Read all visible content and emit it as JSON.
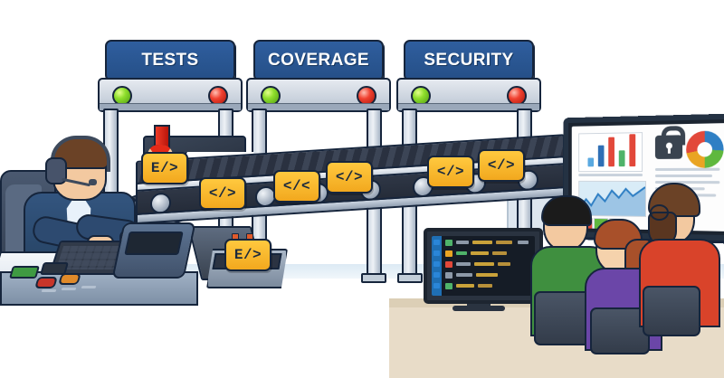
{
  "scene": {
    "title": "CI/CD pipeline quality gates conveyor illustration",
    "background_color": "#ffffff",
    "floor_color": "#cfe0ee",
    "floor_tan_color": "#e8dcc8"
  },
  "gates": [
    {
      "label": "TESTS",
      "sign_color": "#2f5e9e",
      "lamps": [
        {
          "name": "pass-lamp",
          "state": "green",
          "color": "#8ede2c"
        },
        {
          "name": "fail-lamp",
          "state": "red",
          "color": "#f0402f"
        }
      ]
    },
    {
      "label": "COVERAGE",
      "sign_color": "#2f5e9e",
      "lamps": [
        {
          "name": "pass-lamp",
          "state": "green",
          "color": "#8ede2c"
        },
        {
          "name": "fail-lamp",
          "state": "red",
          "color": "#f0402f"
        }
      ]
    },
    {
      "label": "SECURITY",
      "sign_color": "#2f5e9e",
      "lamps": [
        {
          "name": "pass-lamp",
          "state": "green",
          "color": "#8ede2c"
        },
        {
          "name": "fail-lamp",
          "state": "red",
          "color": "#f0402f"
        }
      ]
    }
  ],
  "tags": {
    "tag_color": "#ffc93f",
    "text_color": "#1b2a3d",
    "items": [
      {
        "id": "tag-rejected-top",
        "text": "E/>",
        "status": "rejected"
      },
      {
        "id": "tag-belt-1",
        "text": "</>",
        "status": "passing"
      },
      {
        "id": "tag-belt-2",
        "text": "</<",
        "status": "malformed"
      },
      {
        "id": "tag-belt-3",
        "text": "</>",
        "status": "passing"
      },
      {
        "id": "tag-belt-4",
        "text": "</>",
        "status": "passing"
      },
      {
        "id": "tag-belt-5",
        "text": "</>",
        "status": "passing"
      },
      {
        "id": "tag-reject-bin",
        "text": "E/>",
        "status": "rejected"
      }
    ]
  },
  "arrow": {
    "name": "reject-arrow",
    "direction": "down",
    "color": "#e42a18"
  },
  "operator": {
    "role": "pipeline-operator",
    "jacket_color": "#2d4a70",
    "shirt_color": "#e8f1fa",
    "hair_color": "#6b4226",
    "headset_color": "#3e4a5c",
    "console_buttons": [
      {
        "name": "green-switch",
        "color": "#3f9a42"
      },
      {
        "name": "dark-switch",
        "color": "#2a3340"
      },
      {
        "name": "red-button",
        "color": "#c8352a"
      },
      {
        "name": "orange-button",
        "color": "#e08a2a"
      }
    ]
  },
  "dashboard": {
    "name": "metrics-wall-display",
    "bezel_color": "#243243",
    "page_color": "#fdfdfd",
    "widgets": {
      "bar_chart": {
        "name": "build-metrics-bar-chart",
        "bars": [
          {
            "value": 22,
            "color": "#5aa9e0"
          },
          {
            "value": 58,
            "color": "#2f6fb5"
          },
          {
            "value": 86,
            "color": "#e2483a"
          },
          {
            "value": 44,
            "color": "#4fb36a"
          },
          {
            "value": 96,
            "color": "#e2483a"
          }
        ]
      },
      "lock_icon": {
        "name": "security-lock-icon",
        "color": "#3a4450"
      },
      "donut_chart": {
        "name": "coverage-donut-chart",
        "segments": [
          {
            "label": "blue",
            "color": "#2f7fc4",
            "percent": 26
          },
          {
            "label": "green",
            "color": "#5fb83e",
            "percent": 24
          },
          {
            "label": "orange",
            "color": "#e9a423",
            "percent": 22
          },
          {
            "label": "red",
            "color": "#e2483a",
            "percent": 28
          }
        ]
      },
      "line_chart": {
        "name": "trend-line-chart",
        "fill_color": "#d9ecf7",
        "line_color": "#2f7fc4"
      },
      "swatches": [
        {
          "color": "#e2483a"
        },
        {
          "color": "#5fb83e"
        },
        {
          "color": "#e9a423"
        }
      ]
    }
  },
  "code_monitor": {
    "name": "code-review-monitor",
    "screen_color": "#151c26",
    "gutter_color": "#1f6fb4",
    "rows": [
      {
        "marker_color": "#4fb36a",
        "segments": [
          "#8d99a8",
          "#c9a23a",
          "#b7903a"
        ]
      },
      {
        "marker_color": "#e9a423",
        "segments": [
          "#4fb36a",
          "#c9a23a",
          "#b7903a"
        ]
      },
      {
        "marker_color": "#e2483a",
        "segments": [
          "#8d99a8",
          "#c9a23a",
          "#b7903a"
        ]
      },
      {
        "marker_color": "#8d99a8",
        "segments": [
          "#8d99a8",
          "#c9a23a"
        ]
      },
      {
        "marker_color": "#4fb36a",
        "segments": [
          "#c9a23a",
          "#b7903a"
        ]
      }
    ]
  },
  "observers": [
    {
      "name": "observer-green-shirt",
      "shirt_color": "#3f8f3f",
      "hair_color": "#1b1b1b",
      "skin": "#f3c9a0"
    },
    {
      "name": "observer-purple-shirt",
      "shirt_color": "#6b46a8",
      "hair_color": "#a8502a",
      "skin": "#f5d2ac"
    },
    {
      "name": "observer-red-shirt",
      "shirt_color": "#d9432a",
      "hair_color": "#6b4226",
      "skin": "#f3c9a0"
    }
  ]
}
